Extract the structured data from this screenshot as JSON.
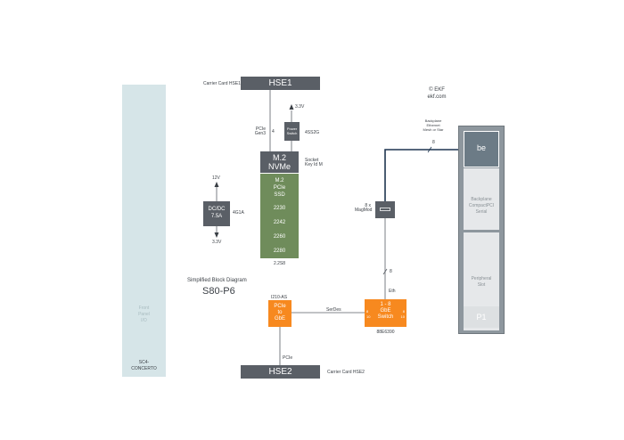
{
  "front_panel": {
    "label_lines": [
      "Front",
      "Panel",
      "I/O"
    ],
    "product_lines": [
      "SC4-",
      "CONCERTO"
    ]
  },
  "hse1": {
    "label": "HSE1",
    "caption": "Carrier Card HSE1"
  },
  "hse2": {
    "label": "HSE2",
    "caption": "Carrier Card HSE2"
  },
  "copyright": {
    "line1": "© EKF",
    "line2": "ekf.com"
  },
  "backplane_note": [
    "Backplane",
    "Ethernet",
    "Mesh or Star"
  ],
  "link_8_top": "8",
  "link_8_mid": "8",
  "link_4": "4",
  "pcie_gen3": [
    "PCIe",
    "Gen3"
  ],
  "v33_top": "3.3V",
  "power_switch": [
    "Power",
    "Switch"
  ],
  "power_switch_part": "4SS2G",
  "m2_nvme": [
    "M.2",
    "NVMe"
  ],
  "socket_key": [
    "Socket",
    "Key Id M"
  ],
  "m2_pcie_ssd": [
    "M.2",
    "PCIe",
    "SSD"
  ],
  "ssd_sizes": [
    "2230",
    "2242",
    "2260",
    "2280"
  ],
  "ssd_part": "2.2S8",
  "dcdc": [
    "DC/DC",
    "7.5A"
  ],
  "dcdc_part": "4G1A",
  "v12": "12V",
  "v33_bottom": "3.3V",
  "magmod_label": [
    "8 x",
    "MagMod"
  ],
  "diagram_title": "Simplified Block Diagram",
  "diagram_model": "S80-P6",
  "i210": "I210-AS",
  "pcie_gbe": [
    "PCIe",
    "to",
    "GbE"
  ],
  "serdes": "SerDes",
  "gbe_switch": [
    "1 - 8",
    "GbE",
    "Switch"
  ],
  "gbe_switch_left_ports": [
    "8",
    "10"
  ],
  "gbe_switch_right_ports": [
    "8",
    "10"
  ],
  "eth_label": "Eth",
  "switch_part": "88E6390",
  "pcie_bottom": "PCIe",
  "backplane_slot_top": "be",
  "backplane_slot": [
    "Backplane",
    "CompactPCI",
    "Serial"
  ],
  "peripheral_slot": [
    "Peripheral",
    "Slot"
  ],
  "p1": "P1",
  "colors": {
    "orange": "#f7891f",
    "green": "#6f8c5b",
    "dark": "#5a5f66",
    "navy": "#1f3550",
    "panel": "#d6e5e8"
  }
}
